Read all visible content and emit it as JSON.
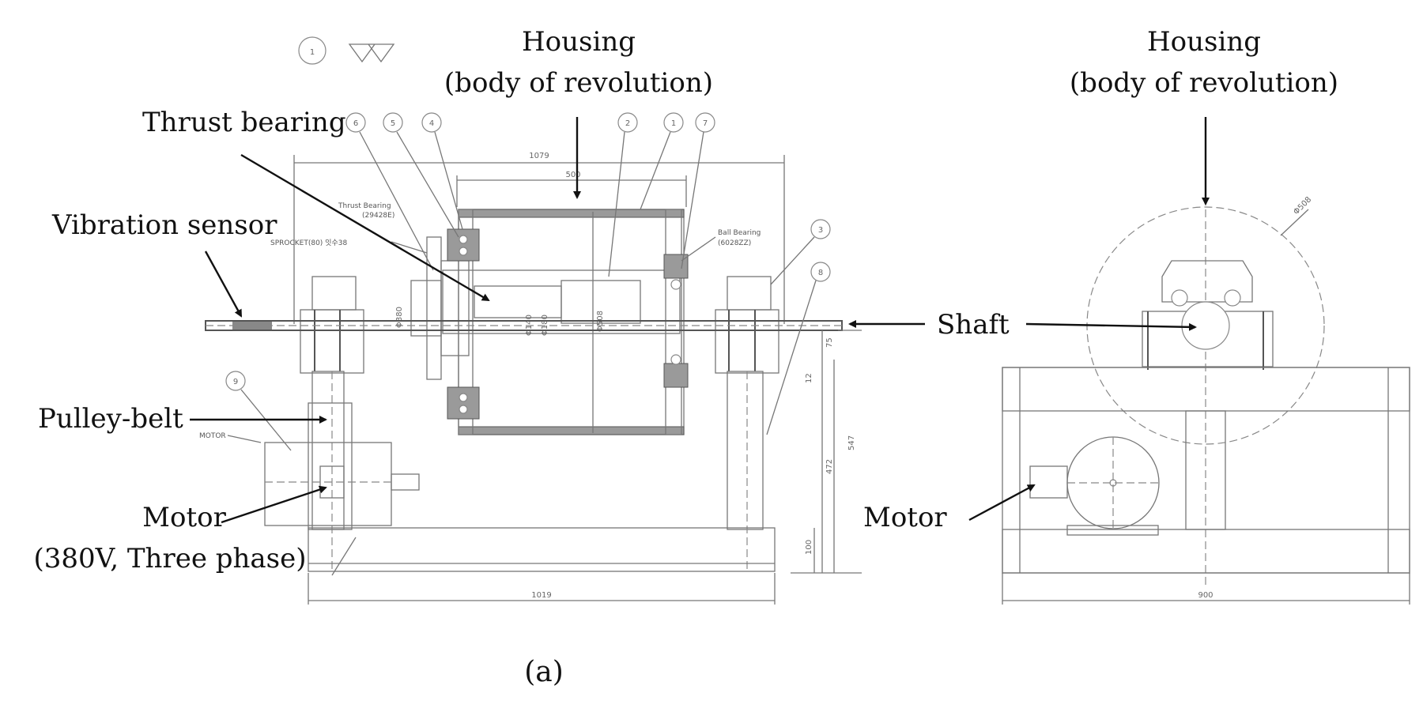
{
  "labels": {
    "housing_left_1": "Housing",
    "housing_left_2": "(body of revolution)",
    "housing_right_1": "Housing",
    "housing_right_2": "(body of revolution)",
    "thrust_bearing": "Thrust bearing",
    "vibration_sensor": "Vibration sensor",
    "pulley_belt": "Pulley-belt",
    "motor_left_1": "Motor",
    "motor_left_2": "(380V, Three phase)",
    "shaft": "Shaft",
    "motor_right": "Motor",
    "caption": "(a)"
  },
  "drawing_text": {
    "part_symbol": "1",
    "balloons": [
      "6",
      "5",
      "4",
      "2",
      "1",
      "7",
      "3",
      "8",
      "9"
    ],
    "dim_overall_top": "1079",
    "dim_housing": "500",
    "dim_base_left": "1019",
    "dim_base_right": "900",
    "dim_547": "547",
    "dim_472": "472",
    "dim_100": "100",
    "dim_75": "75",
    "dim_12": "12",
    "dia_left": "Φ380",
    "dia_mid1": "Φ140",
    "dia_mid2": "Φ180",
    "dia_housing": "Φ508",
    "dia_right": "Φ508",
    "note_thrust": "Thrust Bearing",
    "note_thrust_code": "(29428E)",
    "note_sprocket": "SPROCKET(80) 잇수38",
    "note_ball": "Ball Bearing",
    "note_ball_code": "(6028ZZ)",
    "note_motor": "MOTOR"
  }
}
